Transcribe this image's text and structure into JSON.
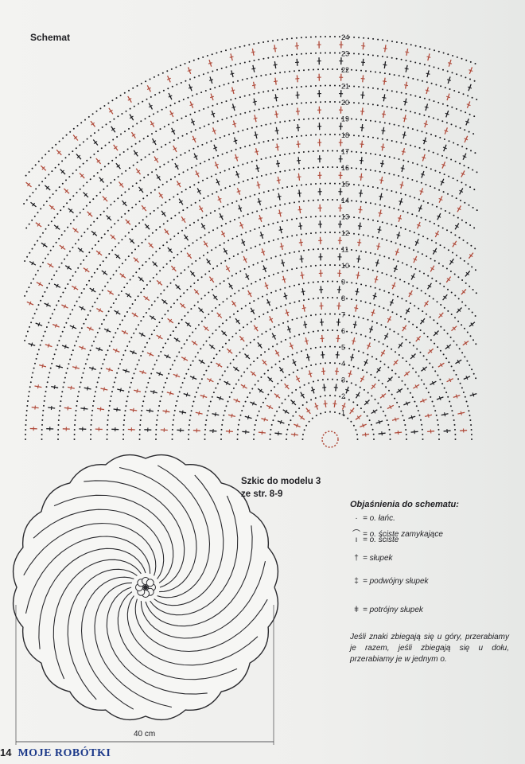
{
  "chart_title": "Schemat",
  "row_numbers": [
    "1",
    "2",
    "3",
    "4",
    "5",
    "6",
    "7",
    "8",
    "9",
    "10",
    "11",
    "12",
    "13",
    "14",
    "15",
    "16",
    "17",
    "18",
    "19",
    "20",
    "21",
    "22",
    "23",
    "24"
  ],
  "sketch": {
    "title_line1": "Szkic do modelu 3",
    "title_line2": "ze str. 8-9",
    "dimension": "40 cm"
  },
  "legend": {
    "heading": "Objaśnienia do schematu:",
    "items": [
      {
        "symbol": "·",
        "label": "= o. łańc."
      },
      {
        "symbol": "⌒",
        "label": "= o. ściste zamykające"
      },
      {
        "symbol": "ı",
        "label": "= o. ściste"
      },
      {
        "symbol": "†",
        "label": "= słupek"
      },
      {
        "symbol": "‡",
        "label": "= podwójny słupek"
      },
      {
        "symbol": "ǂ",
        "label": "= potrójny słupek"
      }
    ],
    "note": "Jeśli znaki zbiegają się u góry, przerabiamy je razem, jeśli zbiegają się u dołu, przerabiamy je w jednym o."
  },
  "footer": {
    "page_number": "14",
    "magazine": "MOJE ROBÓTKI"
  },
  "colors": {
    "black_stitch": "#1a1a1e",
    "red_stitch": "#b04a3a",
    "line": "#2a2a2e"
  }
}
